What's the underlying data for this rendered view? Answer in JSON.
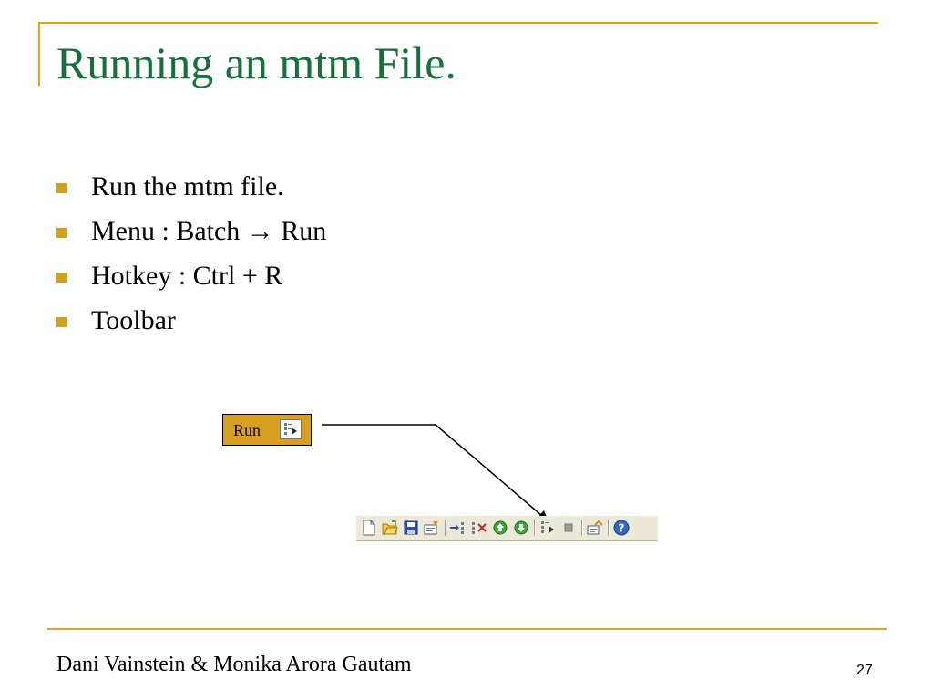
{
  "slide": {
    "title": "Running an mtm File.",
    "bullets": [
      "Run the mtm file.",
      "Menu : Batch → Run",
      "Hotkey : Ctrl + R",
      "Toolbar"
    ],
    "callout": {
      "label": "Run",
      "icon": "run-icon"
    },
    "toolbar_icons": [
      "new-file-icon",
      "open-folder-icon",
      "save-icon",
      "properties-icon",
      "add-item-icon",
      "remove-item-icon",
      "move-up-icon",
      "move-down-icon",
      "run-icon",
      "stop-icon",
      "export-icon",
      "help-icon"
    ],
    "footer": "Dani Vainstein & Monika Arora Gautam",
    "page_number": "27",
    "colors": {
      "title": "#15703a",
      "accent": "#e0a31e",
      "bullet": "#d4a017",
      "callout_bg": "#d9a020"
    }
  }
}
